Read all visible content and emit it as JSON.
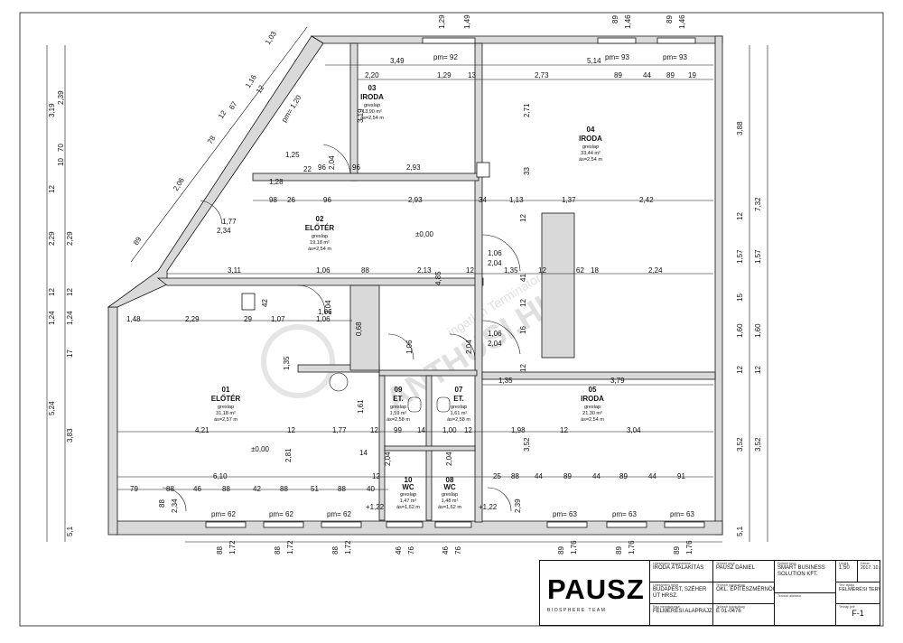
{
  "rooms": [
    {
      "id": "r03",
      "num": "03",
      "name": "IRODA",
      "floor": "greslap",
      "area": "13,90 m²",
      "height": "ás=2,54 m"
    },
    {
      "id": "r04",
      "num": "04",
      "name": "IRODA",
      "floor": "greslap",
      "area": "33,44 m²",
      "height": "ás=2,54 m"
    },
    {
      "id": "r02",
      "num": "02",
      "name": "ELŐTÉR",
      "floor": "greslap",
      "area": "19,18 m²",
      "height": "ás=2,54 m"
    },
    {
      "id": "r01",
      "num": "01",
      "name": "ELŐTÉR",
      "floor": "greslap",
      "area": "31,18 m²",
      "height": "ás=2,57 m"
    },
    {
      "id": "r05",
      "num": "05",
      "name": "IRODA",
      "floor": "greslap",
      "area": "21,30 m²",
      "height": "ás=2,54 m"
    },
    {
      "id": "r09",
      "num": "09",
      "name": "ET.",
      "floor": "greslap",
      "area": "1,59 m²",
      "height": "ás=2,58 m"
    },
    {
      "id": "r07",
      "num": "07",
      "name": "ET.",
      "floor": "greslap",
      "area": "1,61 m²",
      "height": "ás=2,58 m"
    },
    {
      "id": "r10",
      "num": "10",
      "name": "WC",
      "floor": "greslap",
      "area": "1,47 m²",
      "height": "ás=1,62 m"
    },
    {
      "id": "r08",
      "num": "08",
      "name": "WC",
      "floor": "greslap",
      "area": "1,48 m²",
      "height": "ás=1,62 m"
    }
  ],
  "levels": [
    "±0,00",
    "±0,00",
    "+1,22",
    "+1,22"
  ],
  "windows": [
    "pm= 92",
    "pm= 93",
    "pm= 93",
    "pm= 62",
    "pm= 62",
    "pm= 62",
    "pm= 63",
    "pm= 63",
    "pm= 63",
    "pm= 1,20"
  ],
  "dims": {
    "top_row1": [
      "3,49",
      "5,14"
    ],
    "top_row2": [
      "2,20",
      "1,29",
      "13",
      "2,73",
      "89",
      "44",
      "89",
      "19"
    ],
    "mid_row": [
      "98",
      "26",
      "96",
      "2,93",
      "34",
      "1,13",
      "1,37",
      "2,42"
    ],
    "row_0211": [
      "3,11",
      "1,06",
      "88",
      "2,13",
      "12",
      "1,35",
      "12",
      "62",
      "18",
      "2,24"
    ],
    "row_229": [
      "2,29",
      "29",
      "1,07",
      "1,06"
    ],
    "row_379": [
      "1,35",
      "3,79"
    ],
    "row_421": [
      "4,21",
      "12",
      "1,77",
      "12",
      "1,98",
      "12",
      "3,04"
    ],
    "row_99": [
      "99",
      "14",
      "1,00",
      "12"
    ],
    "row_610": [
      "6,10",
      "12",
      "25",
      "88",
      "44",
      "89",
      "44",
      "89",
      "44",
      "91"
    ],
    "row_bottom": [
      "79",
      "88",
      "46",
      "88",
      "42",
      "88",
      "51",
      "88",
      "40"
    ],
    "misc": [
      "96",
      "2,04",
      "96",
      "2,93",
      "1,06",
      "2,04",
      "1,06",
      "2,04",
      "1,06",
      "2,04",
      "1,06",
      "2,04",
      "2,04",
      "2,04",
      "2,04",
      "2,04",
      "1,25",
      "1,28",
      "1,77",
      "2,34",
      "1,35",
      "1,61",
      "2,81",
      "1,48",
      "4,85",
      "3,52",
      "2,71",
      "3,19",
      "33",
      "1,16",
      "1,16",
      "42",
      "0,68",
      "14",
      "2,39",
      "2,34",
      "88",
      "88",
      "22",
      "12",
      "12",
      "12",
      "12",
      "41",
      "16",
      "12",
      "12",
      "12"
    ],
    "top_windows": [
      "1,29",
      "1,49",
      "89",
      "1,46",
      "89",
      "1,46"
    ],
    "bottom_windows": [
      "88",
      "1,72",
      "88",
      "1,72",
      "88",
      "1,72",
      "46",
      "76",
      "46",
      "76",
      "89",
      "1,76",
      "89",
      "1,76",
      "89",
      "1,76"
    ],
    "left_col": [
      "2,39",
      "3,19",
      "70",
      "10",
      "12",
      "2,29",
      "2,29",
      "12",
      "12",
      "1,24",
      "1,24",
      "17",
      "5,24",
      "3,83",
      "5,1"
    ],
    "diag": [
      "1,03",
      "1,16",
      "12",
      "12",
      "67",
      "78",
      "2,06",
      "89"
    ],
    "right_col": [
      "3,88",
      "7,32",
      "12",
      "1,57",
      "1,57",
      "15",
      "1,60",
      "1,60",
      "12",
      "12",
      "3,52",
      "3,52",
      "5,1"
    ]
  },
  "watermark": {
    "main": "ANTHUSI.HU",
    "sub": "ingatlan Terminator"
  },
  "titleblock": {
    "logo": "PAUSZ",
    "logo_sub": "BIOSPHERE TEAM",
    "project_label": "Létesítmény megnevezése",
    "project": "IRODA ÁTALAKÍTÁS",
    "place_label": "Létesítmény helye",
    "place": "BUDAPEST, SZÉHER ÚT HRSZ.",
    "content_label": "Rajz megnevezése",
    "content": "FELMÉRÉSI ALAPRAJZ",
    "designer_label": "Tervező neve",
    "designer": "PAUSZ DÁNIEL",
    "qual_label": "Tervezői jogosultság",
    "qual": "OKL. ÉPÍTÉSZMÉRNÖK",
    "reg_label": "Tervezői jogosultság",
    "reg": "É 01-0476",
    "client_label": "Építtető neve",
    "client": "SMART BUSINESS SOLUTION KFT.",
    "sig_label": "Tervező aláírása",
    "scale_label": "Lépték",
    "scale": "1:50",
    "date_label": "Dátum",
    "date": "2017. 10.",
    "phase_label": "Terv fajtája",
    "phase": "FELMÉRÉSI TERV",
    "sheet_label": "Tervlap jele",
    "sheet": "F-1"
  }
}
